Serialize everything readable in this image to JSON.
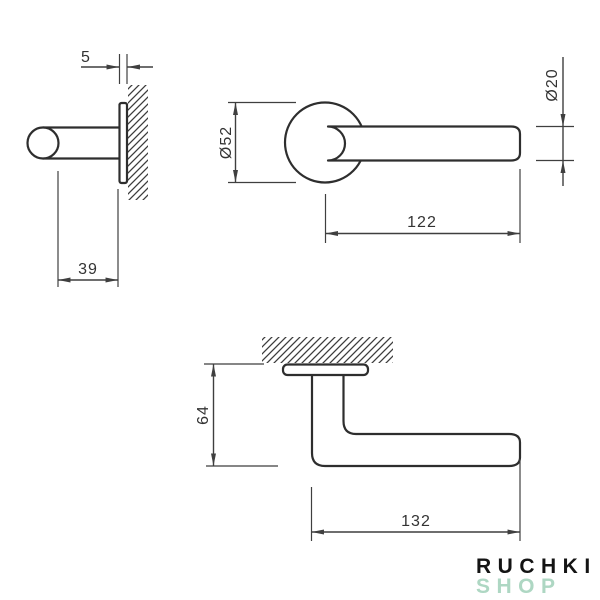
{
  "colors": {
    "background": "#ffffff",
    "line": "#2e2e2e",
    "dimension_line": "#3f3f3f",
    "logo_primary": "#141414",
    "logo_accent": "#aed7c3"
  },
  "dimensions": {
    "side_view": {
      "rose_thickness": "5",
      "projection": "39"
    },
    "front_view": {
      "rose_diameter": "Ø52",
      "lever_diameter": "Ø20",
      "lever_length": "122"
    },
    "top_view": {
      "overall_depth": "64",
      "overall_length": "132"
    }
  },
  "logo": {
    "line1": "RUCHKI",
    "line2": "SHOP"
  }
}
